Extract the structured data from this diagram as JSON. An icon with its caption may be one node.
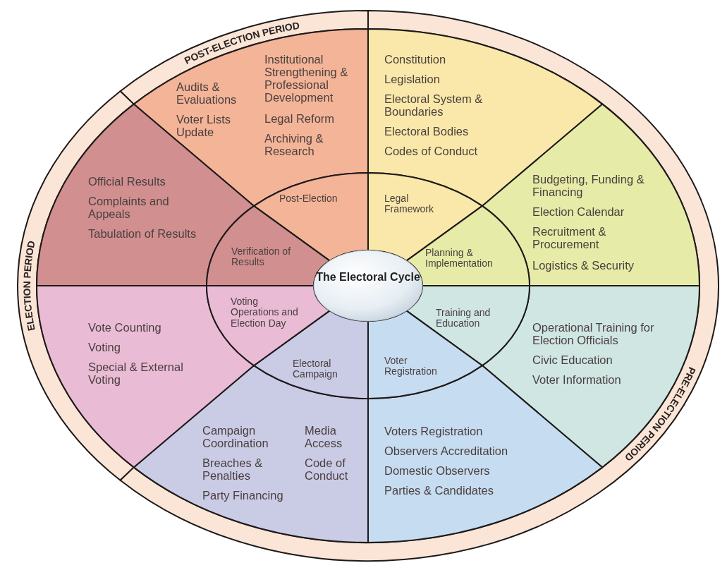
{
  "diagram": {
    "nodes": [
      {
        "text": [
          "POST-ELECTION PERIOD"
        ]
      },
      {
        "text": [
          "ELECTION PERIOD"
        ]
      },
      {
        "text": [
          "PRE-ELECTION PERIOD"
        ]
      },
      {
        "text": [
          "The Electoral Cycle"
        ]
      },
      {
        "text": [
          "Post-Election"
        ]
      },
      {
        "text": [
          "Audits & Evaluations",
          "Voter Lists Update",
          "Institutional Strengthening & Professional Development",
          "Legal Reform",
          "Archiving & Research"
        ]
      },
      {
        "text": [
          "Legal Framework"
        ]
      },
      {
        "text": [
          "Constitution",
          "Legislation",
          "Electoral System & Boundaries",
          "Electoral Bodies",
          "Codes of Conduct"
        ]
      },
      {
        "text": [
          "Planning & Implementation"
        ]
      },
      {
        "text": [
          "Budgeting, Funding & Financing",
          "Election Calendar",
          "Recruitment & Procurement",
          "Logistics & Security"
        ]
      },
      {
        "text": [
          "Training and Education"
        ]
      },
      {
        "text": [
          "Operational Training for Election Officials",
          "Civic Education",
          "Voter Information"
        ]
      },
      {
        "text": [
          "Voter Registration"
        ]
      },
      {
        "text": [
          "Voters Registration",
          "Observers Accreditation",
          "Domestic Observers",
          "Parties & Candidates"
        ]
      },
      {
        "text": [
          "Electoral Campaign"
        ]
      },
      {
        "text": [
          "Campaign Coordination",
          "Media Access",
          "Breaches & Penalties",
          "Code of Conduct",
          "Party Financing"
        ]
      },
      {
        "text": [
          "Voting Operations and Election Day"
        ]
      },
      {
        "text": [
          "Vote Counting",
          "Voting",
          "Special & External Voting"
        ]
      },
      {
        "text": [
          "Verification of Results"
        ]
      },
      {
        "text": [
          "Official Results",
          "Complaints and Appeals",
          "Tabulation of Results"
        ]
      }
    ]
  }
}
